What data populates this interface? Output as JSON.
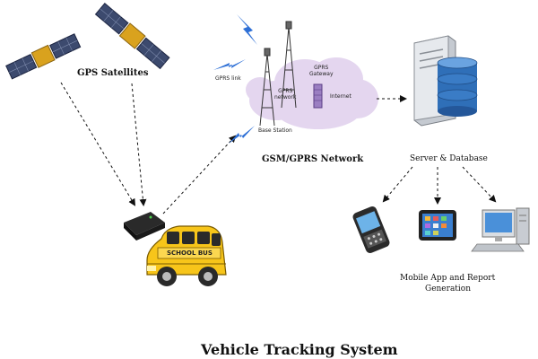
{
  "labels": {
    "gps_satellites": "GPS Satellites",
    "gprs_link": "GPRS link",
    "gprs_network": "GPRS\nnetwork",
    "gprs_gateway": "GPRS\nGateway",
    "internet": "Internet",
    "base_station": "Base Station",
    "gsm_gprs_network": "GSM/GPRS Network",
    "server_database": "Server & Database",
    "mobile_app_report_line1": "Mobile App and Report",
    "mobile_app_report_line2": "Generation",
    "school_bus": "SCHOOL BUS",
    "title": "Vehicle Tracking System"
  },
  "colors": {
    "bus_yellow": "#f7c51a",
    "bus_dark": "#2a2a2a",
    "cloud": "#e4d6ef",
    "server_silver": "#d7dbe0",
    "db_blue": "#2f6fb8",
    "satellite_gold": "#d9a21e",
    "solar_panel": "#3c4a6e",
    "lightning": "#2d6fd6"
  }
}
